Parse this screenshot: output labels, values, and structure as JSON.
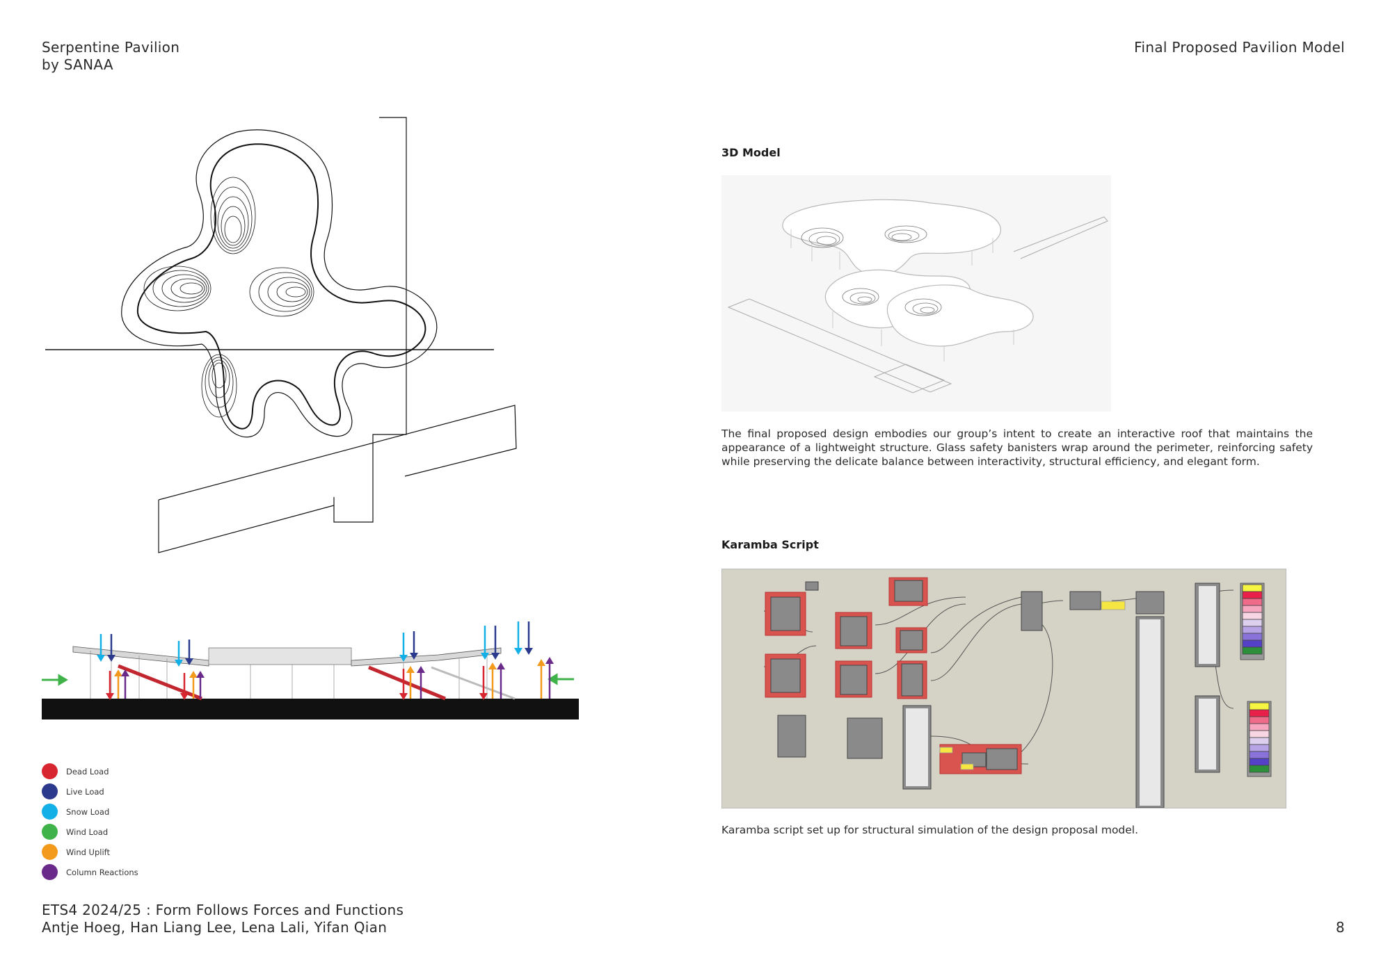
{
  "header": {
    "left_line1": "Serpentine Pavilion",
    "left_line2": "by SANAA",
    "right": "Final Proposed Pavilion Model"
  },
  "model": {
    "title": "3D Model",
    "description": "The final proposed design embodies our group’s intent to create an interactive roof that maintains the appearance of a lightweight structure. Glass safety banisters wrap around the perimeter, reinforcing safety while preserving the delicate balance between interactivity, structural efficiency, and elegant form."
  },
  "script": {
    "title": "Karamba Script",
    "caption": "Karamba script set up for structural simulation of the design proposal model."
  },
  "legend": {
    "items": [
      {
        "label": "Dead Load",
        "color": "#d7262f"
      },
      {
        "label": "Live Load",
        "color": "#2b3a8c"
      },
      {
        "label": "Snow Load",
        "color": "#13b0e8"
      },
      {
        "label": "Wind Load",
        "color": "#3fb34a"
      },
      {
        "label": "Wind Uplift",
        "color": "#f39a1c"
      },
      {
        "label": "Column Reactions",
        "color": "#6a2a8a"
      }
    ]
  },
  "footer": {
    "line1": "ETS4 2024/25 : Form Follows Forces and Functions",
    "line2": "Antje Hoeg, Han Liang Lee, Lena Lali, Yifan Qian",
    "page_number": "8"
  }
}
